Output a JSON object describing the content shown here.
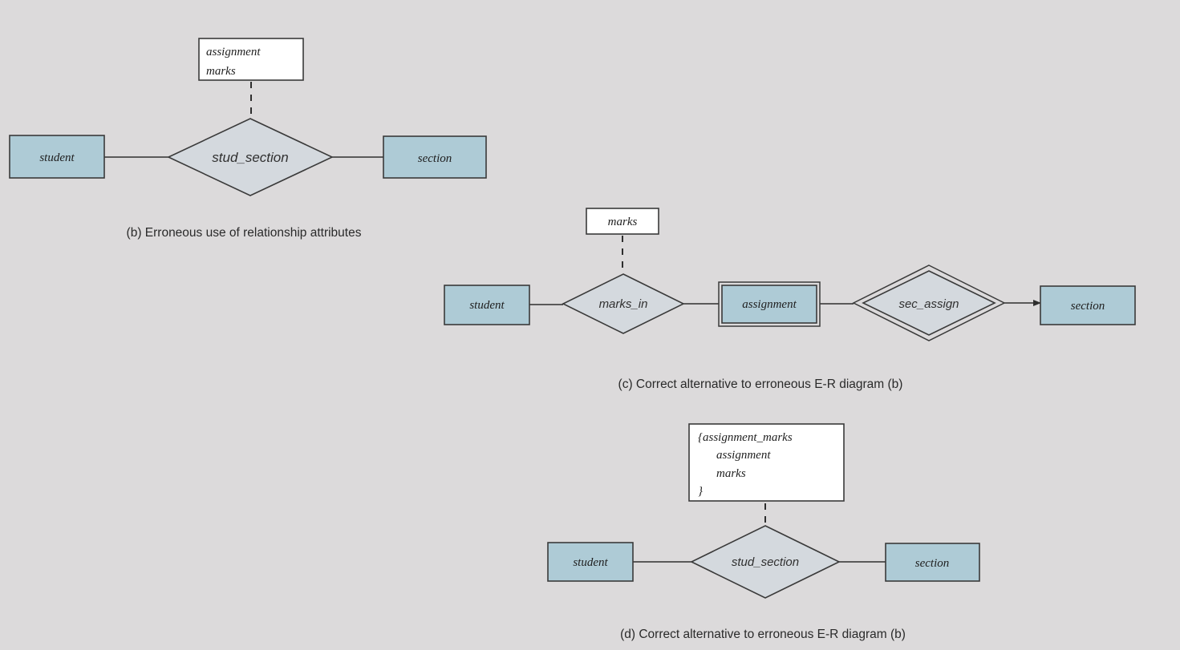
{
  "diagram_b": {
    "attribute_lines": [
      "assignment",
      "marks"
    ],
    "entity_left": "student",
    "relationship": "stud_section",
    "entity_right": "section",
    "caption": "(b) Erroneous use of relationship attributes"
  },
  "diagram_c": {
    "attribute": "marks",
    "entity_left": "student",
    "relationship": "marks_in",
    "weak_entity": "assignment",
    "identifying_relationship": "sec_assign",
    "entity_right": "section",
    "caption": "(c) Correct alternative to erroneous E-R diagram (b)"
  },
  "diagram_d": {
    "attribute_lines": [
      "{assignment_marks",
      "assignment",
      "marks",
      "}"
    ],
    "entity_left": "student",
    "relationship": "stud_section",
    "entity_right": "section",
    "caption": "(d) Correct alternative to erroneous E-R diagram (b)"
  },
  "colors": {
    "background": "#dcdadb",
    "entity_fill": "#aecbd6",
    "relationship_fill": "#d4d9de",
    "attribute_fill": "#ffffff"
  }
}
